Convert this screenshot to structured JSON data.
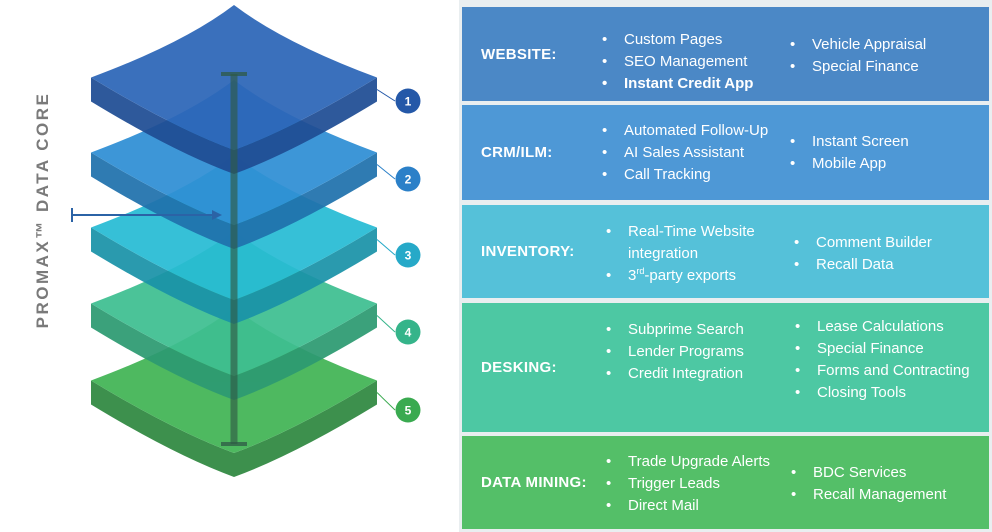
{
  "core_label": "PROMAX™ DATA CORE",
  "layers": [
    {
      "number": "1",
      "top": "#2c66b8",
      "side": "#1f4d94",
      "badge": "#2458a8"
    },
    {
      "number": "2",
      "top": "#2f8fd4",
      "side": "#2072ad",
      "badge": "#2b80c8"
    },
    {
      "number": "3",
      "top": "#27bcd4",
      "side": "#1a93a8",
      "badge": "#26a9c8"
    },
    {
      "number": "4",
      "top": "#3ebf91",
      "side": "#2d9a72",
      "badge": "#35b48a"
    },
    {
      "number": "5",
      "top": "#41b455",
      "side": "#2f8840",
      "badge": "#3aaa50"
    }
  ],
  "bands": [
    {
      "label": "WEBSITE:",
      "color": "#4b88c6",
      "col1": [
        {
          "text": "Custom Pages"
        },
        {
          "text": "SEO Management"
        },
        {
          "text": "Instant Credit App",
          "bold": true
        }
      ],
      "col2": [
        {
          "text": "Vehicle Appraisal"
        },
        {
          "text": "Special Finance"
        }
      ]
    },
    {
      "label": "CRM/ILM:",
      "color": "#4e98d6",
      "col1": [
        {
          "text": "Automated Follow-Up"
        },
        {
          "text": "AI Sales Assistant"
        },
        {
          "text": "Call Tracking"
        }
      ],
      "col2": [
        {
          "text": "Instant Screen"
        },
        {
          "text": "Mobile App"
        }
      ]
    },
    {
      "label": "INVENTORY:",
      "color": "#55c1d9",
      "col1": [
        {
          "text": "Real-Time Website"
        },
        {
          "text": "integration",
          "nobullet": true
        },
        {
          "text": "3",
          "sup": "rd",
          "rest": "-party exports"
        }
      ],
      "col2": [
        {
          "text": "Comment Builder"
        },
        {
          "text": "Recall Data"
        }
      ]
    },
    {
      "label": "DESKING:",
      "color": "#4dc8a3",
      "col1": [
        {
          "text": "Subprime Search"
        },
        {
          "text": "Lender Programs"
        },
        {
          "text": "Credit Integration"
        }
      ],
      "col2": [
        {
          "text": "Lease Calculations"
        },
        {
          "text": "Special Finance"
        },
        {
          "text": "Forms and Contracting"
        },
        {
          "text": "Closing Tools"
        }
      ]
    },
    {
      "label": "DATA MINING:",
      "color": "#54bf68",
      "col1": [
        {
          "text": "Trade Upgrade Alerts"
        },
        {
          "text": "Trigger Leads"
        },
        {
          "text": "Direct Mail"
        }
      ],
      "col2": [
        {
          "text": "BDC Services"
        },
        {
          "text": "Recall Management"
        }
      ]
    }
  ]
}
